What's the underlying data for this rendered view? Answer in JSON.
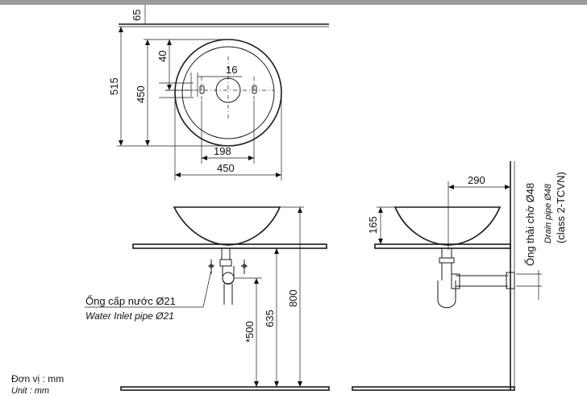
{
  "dimensions": {
    "d65": "65",
    "d515": "515",
    "d450_v": "450",
    "d40": "40",
    "d16": "16",
    "d198": "198",
    "d450_h": "450",
    "d290": "290",
    "d165": "165",
    "d500": "*500",
    "d635": "635",
    "d800": "800"
  },
  "labels": {
    "water_inlet_vi": "Ống cấp nước Ø21",
    "water_inlet_en": "Water Inlet pipe Ø21",
    "drain_vi": "Ống thải chờ Ø48",
    "drain_en": "Drain pipe Ø48",
    "drain_class": "(class 2-TCVN)",
    "unit_vi": "Đơn vị : mm",
    "unit_en": "Unit : mm"
  }
}
